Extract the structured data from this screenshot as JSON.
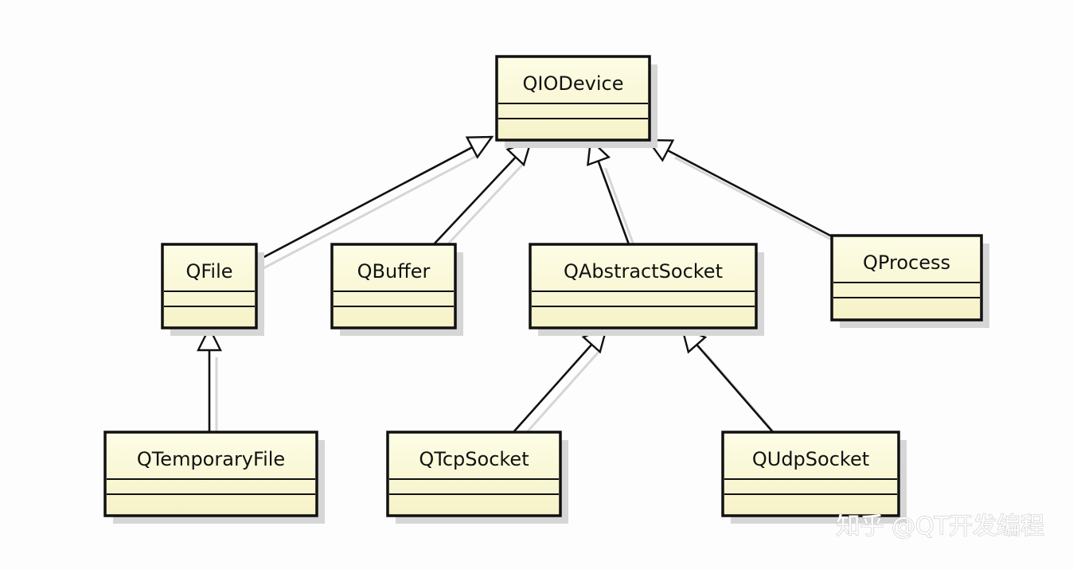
{
  "diagram": {
    "classes": [
      {
        "id": "qiodevice",
        "name": "QIODevice"
      },
      {
        "id": "qfile",
        "name": "QFile"
      },
      {
        "id": "qbuffer",
        "name": "QBuffer"
      },
      {
        "id": "qabstractsocket",
        "name": "QAbstractSocket"
      },
      {
        "id": "qprocess",
        "name": "QProcess"
      },
      {
        "id": "qtemporaryfile",
        "name": "QTemporaryFile"
      },
      {
        "id": "qtcpsocket",
        "name": "QTcpSocket"
      },
      {
        "id": "qudpsocket",
        "name": "QUdpSocket"
      }
    ],
    "inheritance": [
      {
        "from": "qfile",
        "to": "qiodevice"
      },
      {
        "from": "qbuffer",
        "to": "qiodevice"
      },
      {
        "from": "qabstractsocket",
        "to": "qiodevice"
      },
      {
        "from": "qprocess",
        "to": "qiodevice"
      },
      {
        "from": "qtemporaryfile",
        "to": "qfile"
      },
      {
        "from": "qtcpsocket",
        "to": "qabstractsocket"
      },
      {
        "from": "qudpsocket",
        "to": "qabstractsocket"
      }
    ],
    "colors": {
      "box_fill_top": "#fdfde6",
      "box_fill_bottom": "#f6f2c8",
      "box_border": "#111111",
      "shadow": "#d6d6d6",
      "line": "#111111"
    }
  },
  "watermark": {
    "text": "知乎 @QT开发编程"
  }
}
